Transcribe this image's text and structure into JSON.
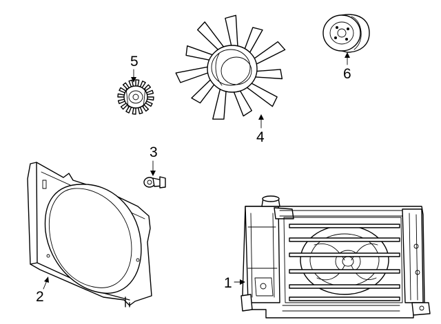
{
  "diagram": {
    "callouts": [
      {
        "number": "1",
        "part": "radiator"
      },
      {
        "number": "2",
        "part": "fan-shroud"
      },
      {
        "number": "3",
        "part": "push-pin-clip"
      },
      {
        "number": "4",
        "part": "fan-blade"
      },
      {
        "number": "5",
        "part": "fan-clutch"
      },
      {
        "number": "6",
        "part": "pulley"
      }
    ],
    "colors": {
      "line": "#000000",
      "fill": "#ffffff"
    }
  }
}
